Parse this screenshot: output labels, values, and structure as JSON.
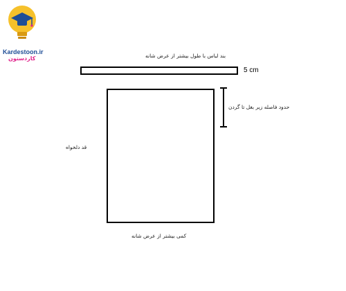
{
  "logo": {
    "icon": "graduation-bulb-icon",
    "name": "Kardestoon.ir",
    "name_fa": "کاردستون"
  },
  "labels": {
    "strap_note": "بند لباس با طول بیشتر از عرض شانه",
    "strap_width": "5 cm",
    "armpit_to_neck": "حدود فاصله زیر بغل تا گردن",
    "length": "قد دلخواه",
    "width": "کمی بیشتر از عرض شانه"
  },
  "colors": {
    "outline": "#000000",
    "logo_blue": "#1f4e96",
    "logo_pink": "#e0218a",
    "logo_yellow": "#f6c12b"
  }
}
